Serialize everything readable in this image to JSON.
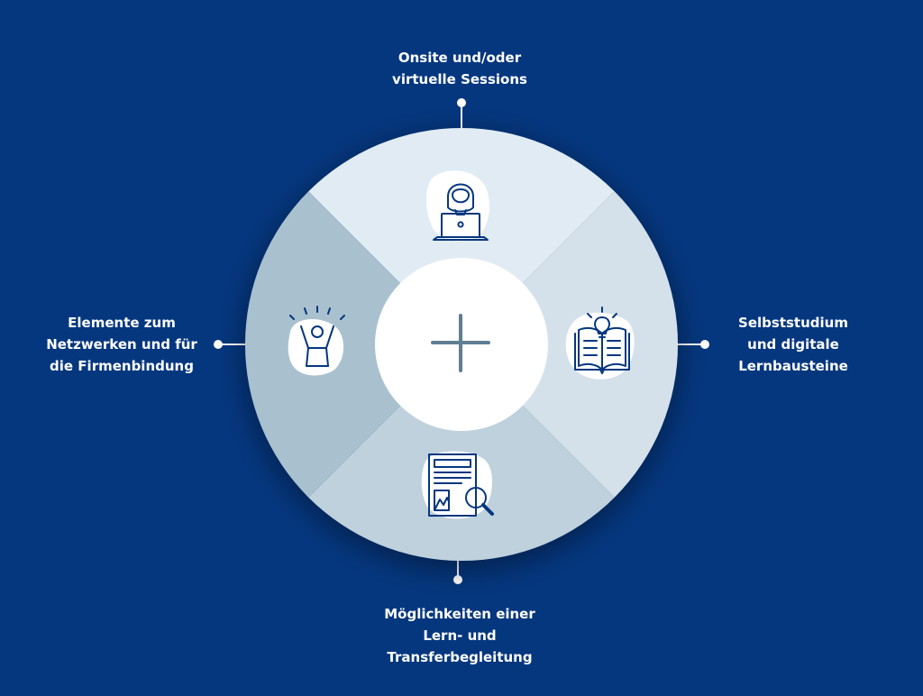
{
  "diagram": {
    "colors": {
      "background": "#05377f",
      "segment_top": "#e0ebf3",
      "segment_right": "#d4e1ea",
      "segment_bottom": "#bfd1dd",
      "segment_left": "#a9c1cf",
      "center": "#ffffff",
      "plus": "#5f7e92",
      "icon_stroke": "#05377f",
      "icon_blob": "#ffffff",
      "connector": "#ffffff"
    },
    "segments": [
      {
        "id": "top",
        "icon": "person-laptop-icon",
        "lines": [
          "Onsite und/oder",
          "virtuelle Sessions"
        ]
      },
      {
        "id": "right",
        "icon": "book-lightbulb-icon",
        "lines": [
          "Selbststudium",
          "und digitale",
          "Lernbausteine"
        ]
      },
      {
        "id": "bottom",
        "icon": "document-magnifier-icon",
        "lines": [
          "Möglichkeiten einer",
          "Lern- und",
          "Transferbegleitung"
        ]
      },
      {
        "id": "left",
        "icon": "cheering-person-icon",
        "lines": [
          "Elemente zum",
          "Netzwerken und für",
          "die Firmenbindung"
        ]
      }
    ],
    "center_icon": "plus-icon"
  }
}
